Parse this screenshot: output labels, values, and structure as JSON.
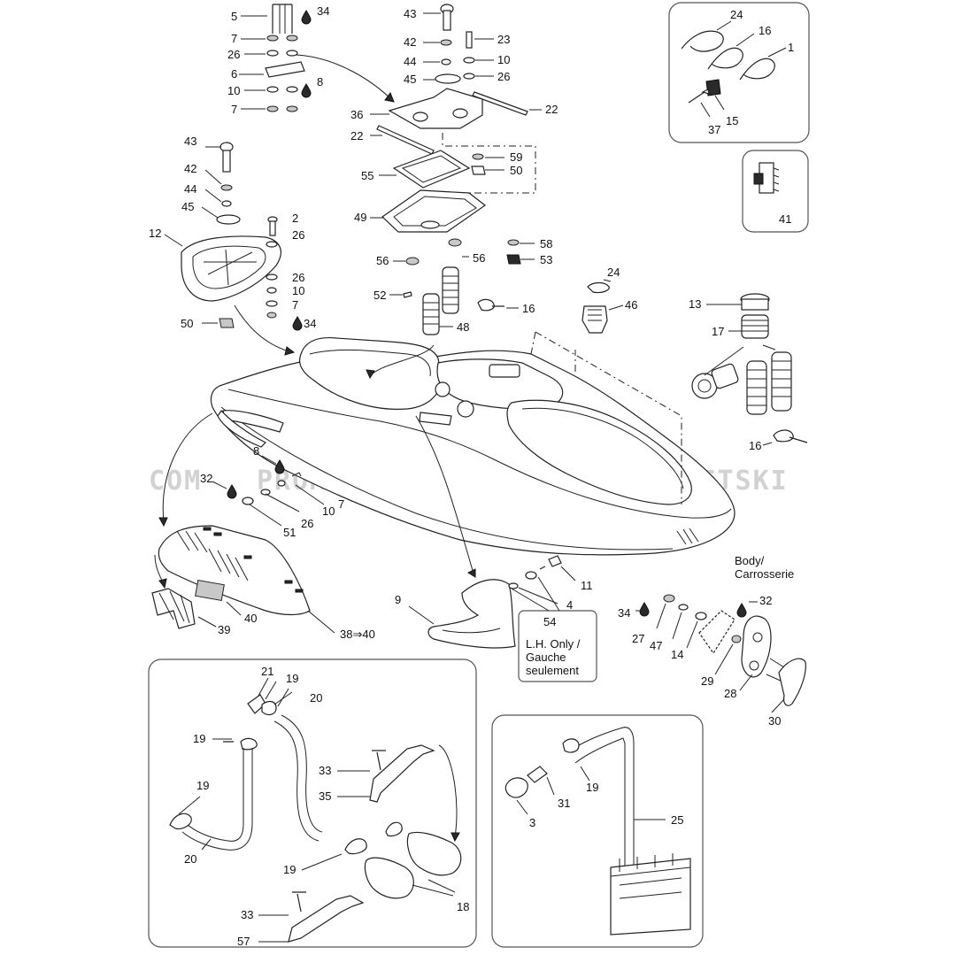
{
  "watermark": {
    "left": "COM",
    "middle": "PROMO-JETSKI.COM",
    "right": "PROMO-JETSKI"
  },
  "notes": {
    "body_line1": "Body/",
    "body_line2": "Carrosserie",
    "lh_line1": "L.H. Only /",
    "lh_line2": "Gauche",
    "lh_line3": "seulement"
  },
  "callouts": {
    "c5": "5",
    "c34a": "34",
    "c7a": "7",
    "c26a": "26",
    "c6": "6",
    "c10a": "10",
    "c8a": "8",
    "c7b": "7",
    "c43a": "43",
    "c42a": "42",
    "c44a": "44",
    "c45a": "45",
    "c23": "23",
    "c10b": "10",
    "c26b": "26",
    "c36": "36",
    "c22a": "22",
    "c22b": "22",
    "c59": "59",
    "c50a": "50",
    "c55": "55",
    "c49": "49",
    "c58": "58",
    "c53": "53",
    "c56a": "56",
    "c56b": "56",
    "c52": "52",
    "c48": "48",
    "c16a": "16",
    "c24a": "24",
    "c16b": "16",
    "c1": "1",
    "c15": "15",
    "c37": "37",
    "c41": "41",
    "c43b": "43",
    "c42b": "42",
    "c44b": "44",
    "c45b": "45",
    "c2": "2",
    "c26c": "26",
    "c12": "12",
    "c26d": "26",
    "c10c": "10",
    "c7c": "7",
    "c34b": "34",
    "c50b": "50",
    "c24b": "24",
    "c46": "46",
    "c13": "13",
    "c17": "17",
    "c16c": "16",
    "c8b": "8",
    "c32a": "32",
    "c10d": "10",
    "c7d": "7",
    "c26e": "26",
    "c51": "51",
    "c11": "11",
    "c4": "4",
    "c9": "9",
    "c54": "54",
    "c38": "38⇒40",
    "c40": "40",
    "c39": "39",
    "c34c": "34",
    "c27": "27",
    "c47": "47",
    "c14": "14",
    "c32b": "32",
    "c29": "29",
    "c28": "28",
    "c30": "30",
    "c21": "21",
    "c19a": "19",
    "c20a": "20",
    "c19b": "19",
    "c19c": "19",
    "c20b": "20",
    "c33a": "33",
    "c35": "35",
    "c19d": "19",
    "c18": "18",
    "c33b": "33",
    "c57": "57",
    "c19e": "19",
    "c31": "31",
    "c3": "3",
    "c25": "25"
  }
}
